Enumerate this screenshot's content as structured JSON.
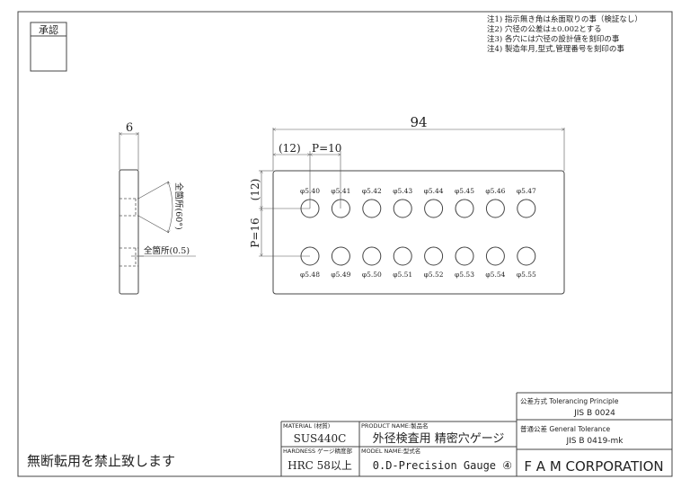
{
  "approval_label": "承認",
  "notes": [
    "注1) 指示無き角は糸面取りの事（検証なし）",
    "注2) 穴径の公差は±0.002とする",
    "注3) 各穴には穴径の設計値を刻印の事",
    "注4) 製造年月,型式,管理番号を刻印の事"
  ],
  "dimensions": {
    "thickness": "6",
    "width": "94",
    "edge_x": "(12)",
    "pitch_x": "P=10",
    "edge_y": "(12)",
    "pitch_y": "P=16",
    "chamfer_angle": "全箇所(60°)",
    "chamfer_depth": "全箇所(0.5)"
  },
  "holes_row1": [
    "φ5.40",
    "φ5.41",
    "φ5.42",
    "φ5.43",
    "φ5.44",
    "φ5.45",
    "φ5.46",
    "φ5.47"
  ],
  "holes_row2": [
    "φ5.48",
    "φ5.49",
    "φ5.50",
    "φ5.51",
    "φ5.52",
    "φ5.53",
    "φ5.54",
    "φ5.55"
  ],
  "copyright": "無断転用を禁止致します",
  "title_block": {
    "material_label": "MATERIAL (材質)",
    "material": "SUS440C",
    "product_label": "PRODUCT NAME:製品名",
    "product": "外径検査用 精密穴ゲージ",
    "hardness_label": "HARDNESS ゲージ精度部",
    "hardness": "HRC 58以上",
    "model_label": "MODEL NAME:型式名",
    "model": "0.D-Precision Gauge ④",
    "tolerancing_label": "公差方式  Tolerancing Principle",
    "tolerancing": "JIS B 0024",
    "general_label": "普通公差  General Tolerance",
    "general": "JIS B 0419-mk",
    "company": "F A M CORPORATION"
  }
}
